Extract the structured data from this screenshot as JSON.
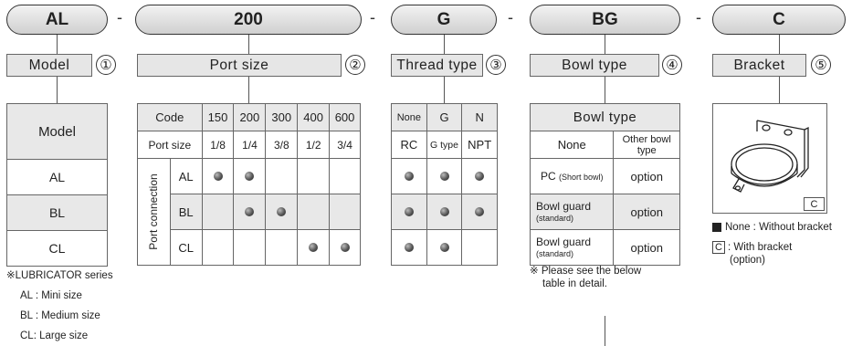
{
  "code_parts": {
    "part1": "AL",
    "part2": "200",
    "part3": "G",
    "part4": "BG",
    "part5": "C",
    "separator": "-"
  },
  "labels": {
    "model": "Model",
    "port_size": "Port size",
    "thread_type": "Thread type",
    "bowl_type": "Bowl type",
    "bracket": "Bracket",
    "num1": "①",
    "num2": "②",
    "num3": "③",
    "num4": "④",
    "num5": "⑤"
  },
  "model_table": {
    "header": "Model",
    "rows": [
      "AL",
      "BL",
      "CL"
    ]
  },
  "port_table": {
    "code_label": "Code",
    "codes": [
      "150",
      "200",
      "300",
      "400",
      "600"
    ],
    "size_label": "Port size",
    "sizes": [
      "1/8",
      "1/4",
      "3/8",
      "1/2",
      "3/4"
    ],
    "side_label": "Port connection",
    "rows": [
      {
        "model": "AL",
        "marks": [
          true,
          true,
          false,
          false,
          false
        ]
      },
      {
        "model": "BL",
        "marks": [
          false,
          true,
          true,
          false,
          false
        ]
      },
      {
        "model": "CL",
        "marks": [
          false,
          false,
          false,
          true,
          true
        ]
      }
    ]
  },
  "thread_table": {
    "codes": [
      "None",
      "G",
      "N"
    ],
    "types": [
      "RC",
      "G type",
      "NPT"
    ],
    "marks": [
      [
        true,
        true,
        true
      ],
      [
        true,
        true,
        true
      ],
      [
        true,
        true,
        false
      ]
    ]
  },
  "bowl_table": {
    "title": "Bowl type",
    "col1": "None",
    "col2": "Other bowl type",
    "rows": [
      {
        "name": "PC",
        "sub": "(Short bowl)",
        "value": "option"
      },
      {
        "name": "Bowl guard",
        "sub": "(standard)",
        "value": "option"
      },
      {
        "name": "Bowl guard",
        "sub": "(standard)",
        "value": "option"
      }
    ]
  },
  "bracket_box_label": "C",
  "notes": {
    "series": "※LUBRICATOR series",
    "al": "AL : Mini size",
    "bl": "BL : Medium size",
    "cl": "CL: Large size",
    "bowl_note1": "※ Please see the below",
    "bowl_note2": "table in detail.",
    "none_bracket": "None :  Without  bracket",
    "c_key": "C",
    "c_bracket1": ": With  bracket",
    "c_bracket2": "(option)"
  }
}
